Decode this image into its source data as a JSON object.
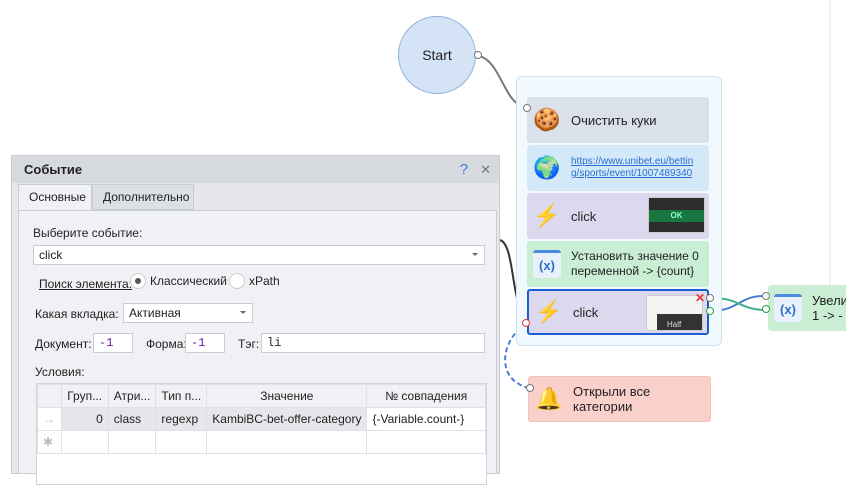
{
  "canvas": {
    "start_label": "Start",
    "nodes": [
      {
        "label": "Очистить куки",
        "icon": "cookie-delete-icon"
      },
      {
        "label_line1": "https://www.unibet.eu/bettin",
        "label_line2": "g/sports/event/1007489340",
        "icon": "globe-icon"
      },
      {
        "label": "click",
        "icon": "lightning-icon",
        "thumb_text": "OK"
      },
      {
        "label_line1": "Установить значение 0",
        "label_line2": "переменной -> {count}",
        "icon": "variable-icon"
      },
      {
        "label": "click",
        "icon": "lightning-icon",
        "thumb_text": "Half"
      }
    ],
    "notify_node": {
      "line1": "Открыли все",
      "line2": "категории",
      "icon": "bell-icon"
    },
    "side_node": {
      "line1": "Увели",
      "line2": "1 -> -",
      "icon": "variable-icon"
    }
  },
  "dialog": {
    "title": "Событие",
    "help": "?",
    "close": "✕",
    "tabs": [
      "Основные",
      "Дополнительно"
    ],
    "event_label": "Выберите событие:",
    "event_value": "click",
    "search_label": "Поиск элемента:",
    "radio_classic": "Классический",
    "radio_xpath": "xPath",
    "tab_label": "Какая вкладка:",
    "tab_value": "Активная",
    "doc_label": "Документ:",
    "doc_value": "-1",
    "form_label": "Форма:",
    "form_value": "-1",
    "tag_label": "Тэг:",
    "tag_value": "li",
    "conditions_label": "Условия:",
    "columns": [
      "Груп...",
      "Атри...",
      "Тип п...",
      "Значение",
      "№ совпадения"
    ],
    "rows": [
      [
        "0",
        "class",
        "regexp",
        "KambiBC-bet-offer-category",
        "{-Variable.count-}"
      ]
    ]
  }
}
